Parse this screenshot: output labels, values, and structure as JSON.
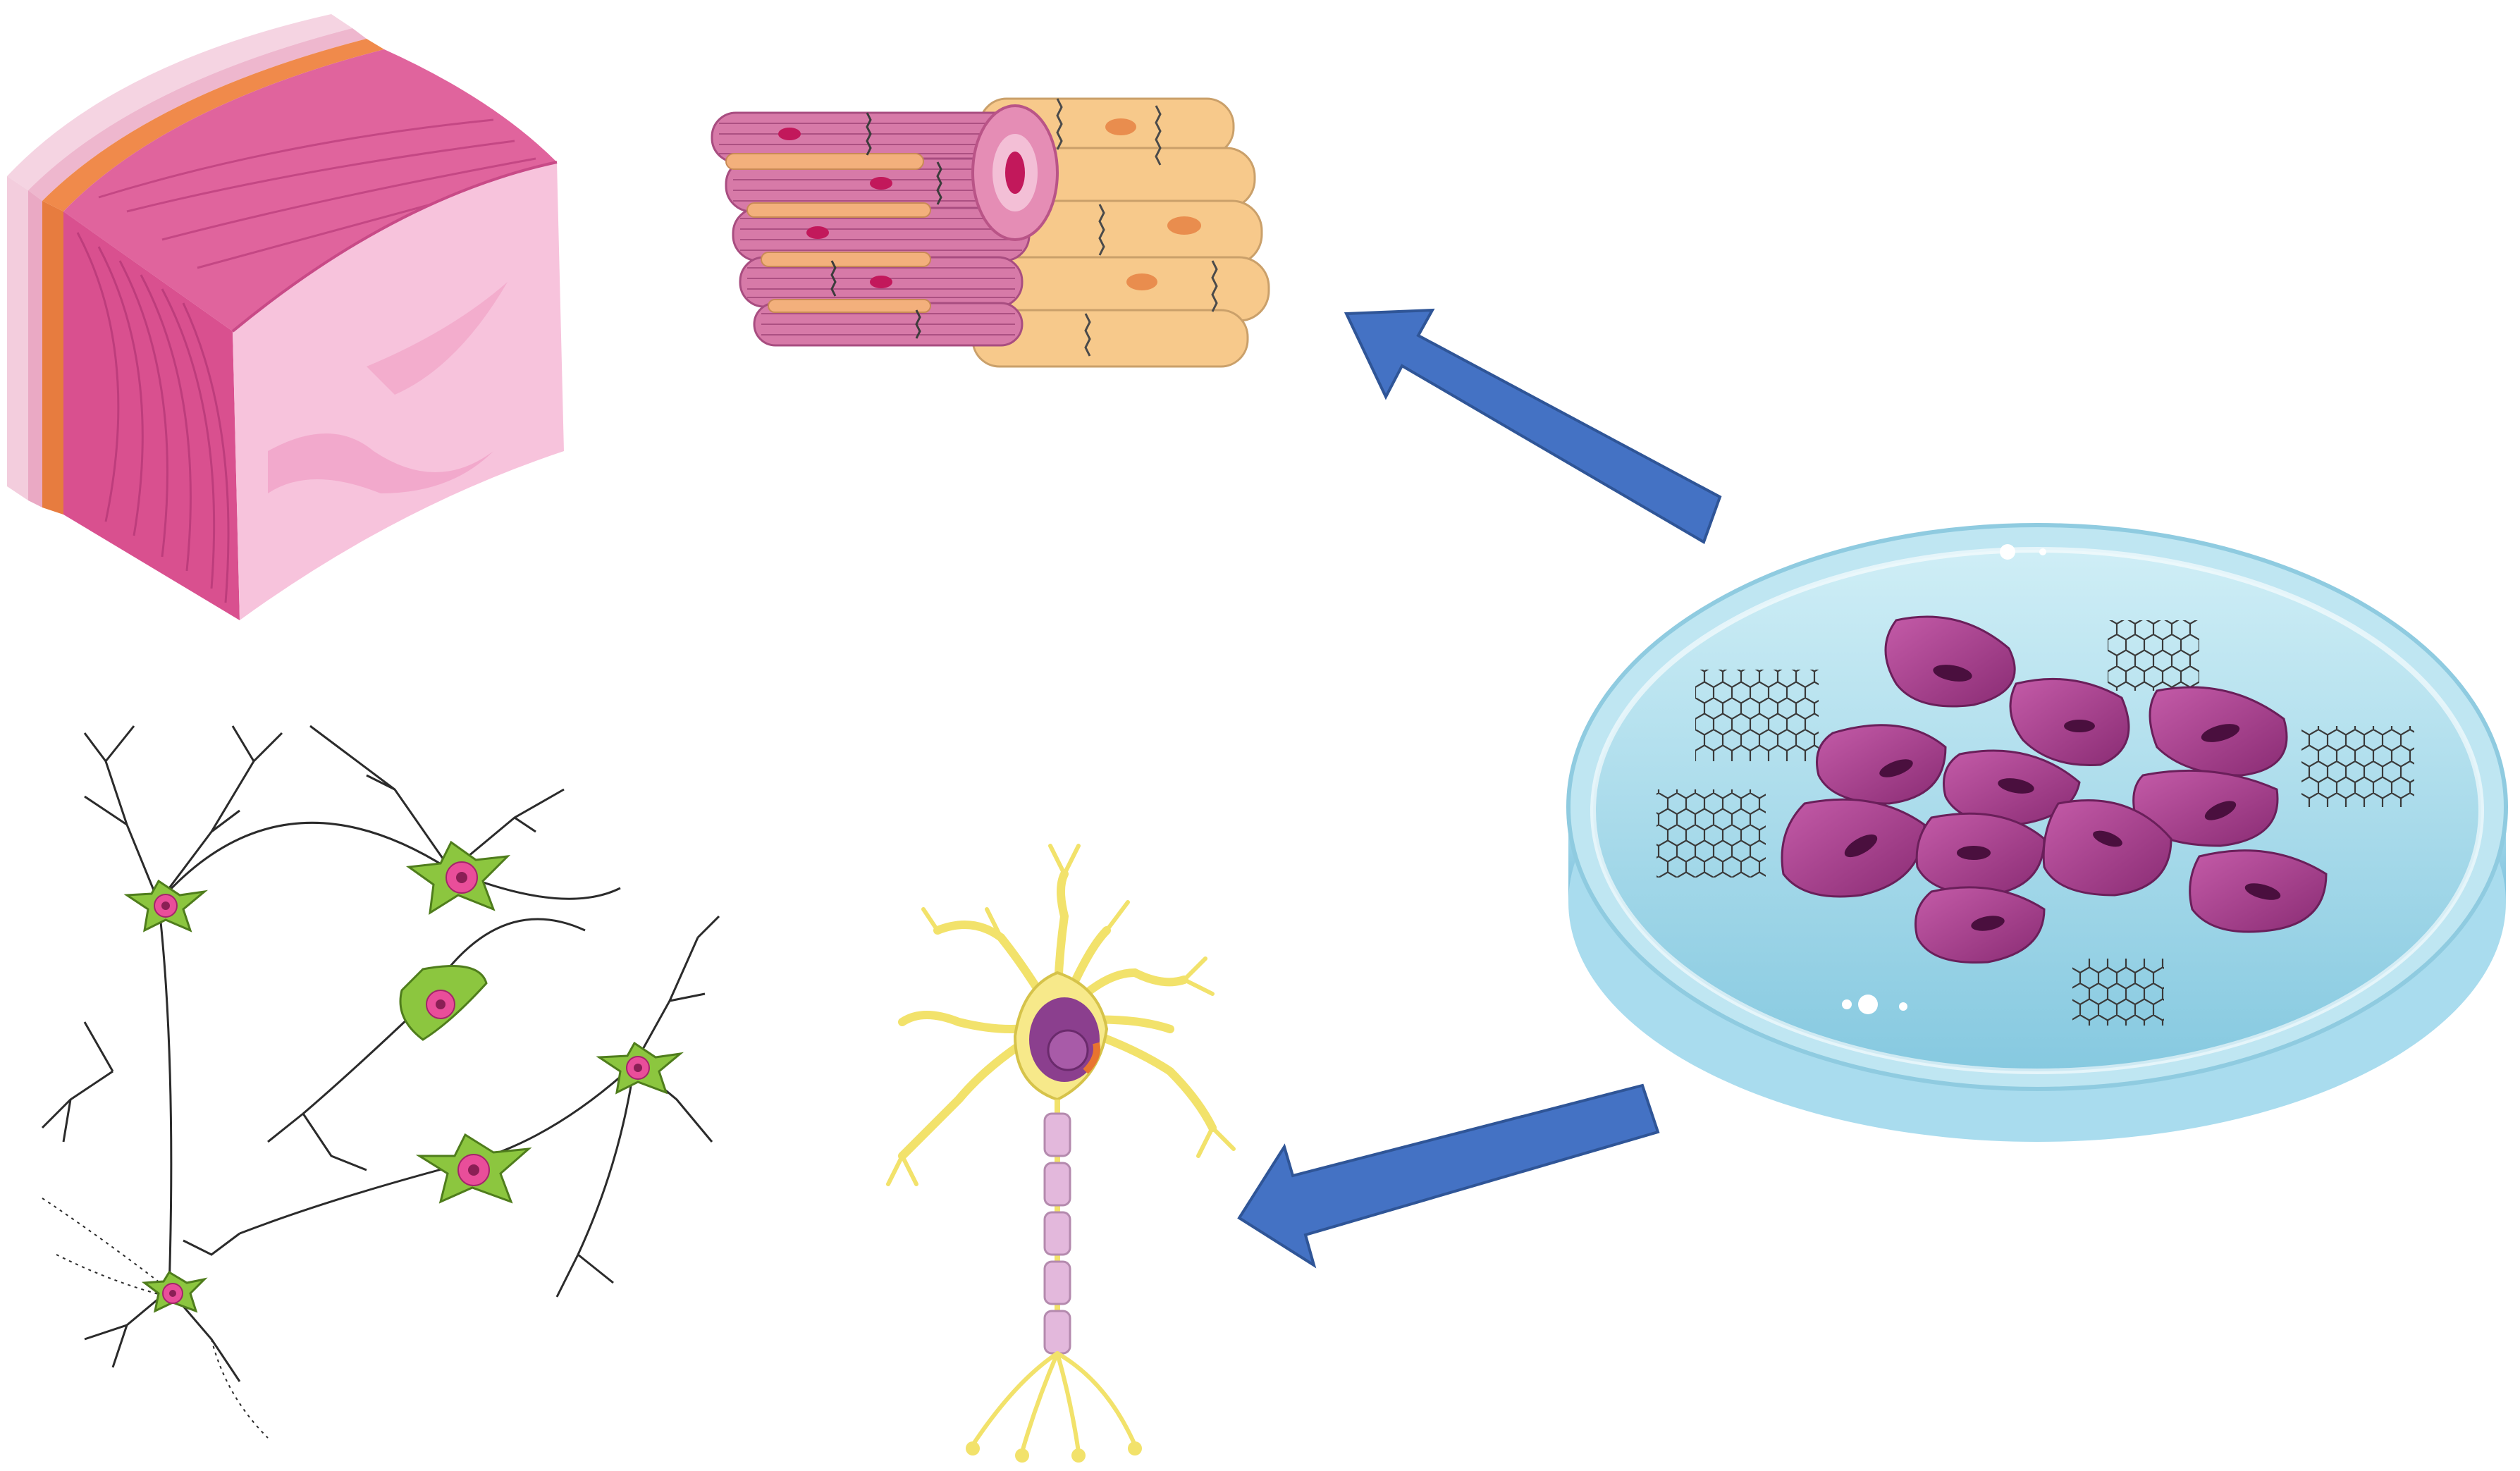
{
  "figure": {
    "panels": [
      {
        "id": "cardiac-tissue",
        "icon": "cardiac-muscle-tissue-block-icon"
      },
      {
        "id": "cardiomyocytes",
        "icon": "cardiomyocyte-fibers-icon"
      },
      {
        "id": "neural-network",
        "icon": "neuron-network-icon"
      },
      {
        "id": "single-neuron",
        "icon": "neuron-icon"
      },
      {
        "id": "petri-dish",
        "icon": "petri-dish-cells-graphene-icon"
      }
    ],
    "arrows": [
      {
        "from": "petri-dish",
        "to": "cardiomyocytes",
        "icon": "blue-arrow-icon"
      },
      {
        "from": "petri-dish",
        "to": "single-neuron",
        "icon": "blue-arrow-icon"
      }
    ],
    "colors": {
      "arrow": "#4472C4",
      "arrow_edge": "#2F5597",
      "muscle_pink": "#E2609B",
      "muscle_light": "#F6C2DB",
      "cell_purple": "#A63C8C",
      "dish_blue": "#9AD3E6",
      "glia_green": "#8CC63F",
      "neuron_yellow": "#F2E26B",
      "myocyte_peach": "#F7C98B"
    }
  }
}
